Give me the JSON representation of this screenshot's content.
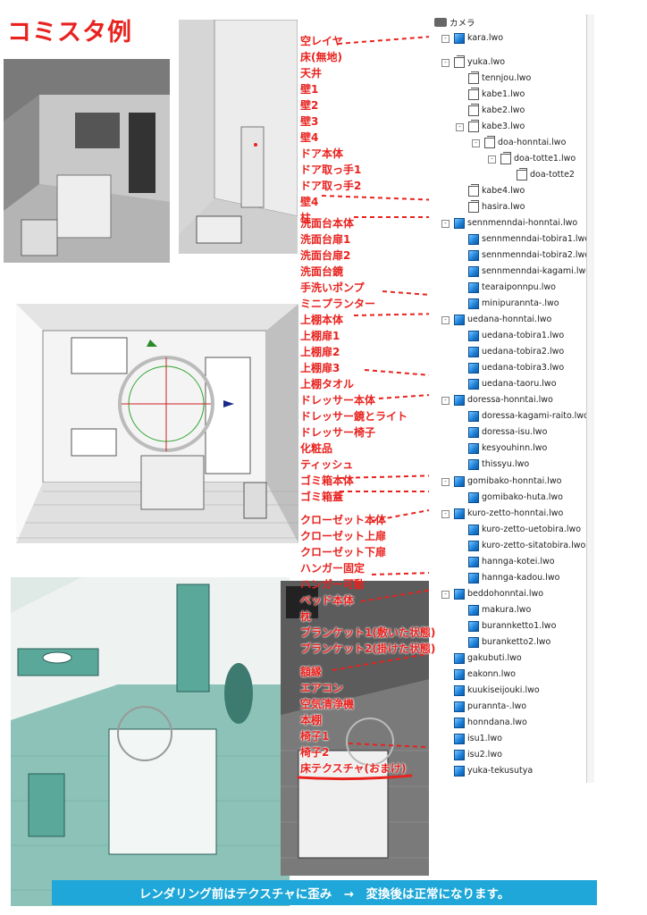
{
  "title": "コミスタ例",
  "tree": {
    "root_label": "カメラ",
    "nodes": [
      {
        "label": "kara.lwo",
        "icon": "cube"
      },
      {
        "label": "yuka.lwo",
        "icon": "wire"
      },
      {
        "label": "tennjou.lwo",
        "icon": "wire"
      },
      {
        "label": "kabe1.lwo",
        "icon": "wire"
      },
      {
        "label": "kabe2.lwo",
        "icon": "wire"
      },
      {
        "label": "kabe3.lwo",
        "icon": "wire"
      },
      {
        "label": "doa-honntai.lwo",
        "icon": "wire"
      },
      {
        "label": "doa-totte1.lwo",
        "icon": "wire"
      },
      {
        "label": "doa-totte2",
        "icon": "wire"
      },
      {
        "label": "kabe4.lwo",
        "icon": "wire"
      },
      {
        "label": "hasira.lwo",
        "icon": "wire"
      },
      {
        "label": "sennmenndai-honntai.lwo",
        "icon": "cube"
      },
      {
        "label": "sennmenndai-tobira1.lwo",
        "icon": "cube"
      },
      {
        "label": "sennmenndai-tobira2.lwo",
        "icon": "cube"
      },
      {
        "label": "sennmenndai-kagami.lwo",
        "icon": "cube"
      },
      {
        "label": "tearaiponnpu.lwo",
        "icon": "cube"
      },
      {
        "label": "minipurannta-.lwo",
        "icon": "cube"
      },
      {
        "label": "uedana-honntai.lwo",
        "icon": "cube"
      },
      {
        "label": "uedana-tobira1.lwo",
        "icon": "cube"
      },
      {
        "label": "uedana-tobira2.lwo",
        "icon": "cube"
      },
      {
        "label": "uedana-tobira3.lwo",
        "icon": "cube"
      },
      {
        "label": "uedana-taoru.lwo",
        "icon": "cube"
      },
      {
        "label": "doressa-honntai.lwo",
        "icon": "cube"
      },
      {
        "label": "doressa-kagami-raito.lwo",
        "icon": "cube"
      },
      {
        "label": "doressa-isu.lwo",
        "icon": "cube"
      },
      {
        "label": "kesyouhinn.lwo",
        "icon": "cube"
      },
      {
        "label": "thissyu.lwo",
        "icon": "cube"
      },
      {
        "label": "gomibako-honntai.lwo",
        "icon": "cube"
      },
      {
        "label": "gomibako-huta.lwo",
        "icon": "cube"
      },
      {
        "label": "kuro-zetto-honntai.lwo",
        "icon": "cube"
      },
      {
        "label": "kuro-zetto-uetobira.lwo",
        "icon": "cube"
      },
      {
        "label": "kuro-zetto-sitatobira.lwo",
        "icon": "cube"
      },
      {
        "label": "hannga-kotei.lwo",
        "icon": "cube"
      },
      {
        "label": "hannga-kadou.lwo",
        "icon": "cube"
      },
      {
        "label": "beddohonntai.lwo",
        "icon": "cube"
      },
      {
        "label": "makura.lwo",
        "icon": "cube"
      },
      {
        "label": "burannketto1.lwo",
        "icon": "cube"
      },
      {
        "label": "buranketto2.lwo",
        "icon": "cube"
      },
      {
        "label": "gakubuti.lwo",
        "icon": "cube"
      },
      {
        "label": "eakonn.lwo",
        "icon": "cube"
      },
      {
        "label": "kuukiseijouki.lwo",
        "icon": "cube"
      },
      {
        "label": "purannta-.lwo",
        "icon": "cube"
      },
      {
        "label": "honndana.lwo",
        "icon": "cube"
      },
      {
        "label": "isu1.lwo",
        "icon": "cube"
      },
      {
        "label": "isu2.lwo",
        "icon": "cube"
      },
      {
        "label": "yuka-tekusutya",
        "icon": "cube"
      }
    ]
  },
  "labels": [
    "空レイヤ",
    "床(無地)",
    "天井",
    "壁1",
    "壁2",
    "壁3",
    "壁4",
    "ドア本体",
    "ドア取っ手1",
    "ドア取っ手2",
    "壁4",
    "柱",
    "洗面台本体",
    "洗面台扉1",
    "洗面台扉2",
    "洗面台鏡",
    "手洗いポンプ",
    "ミニプランター",
    "上棚本体",
    "上棚扉1",
    "上棚扉2",
    "上棚扉3",
    "上棚タオル",
    "ドレッサー本体",
    "ドレッサー鏡とライト",
    "ドレッサー椅子",
    "化粧品",
    "ティッシュ",
    "ゴミ箱本体",
    "ゴミ箱蓋",
    "クローゼット本体",
    "クローゼット上扉",
    "クローゼット下扉",
    "ハンガー固定",
    "ハンガー可動",
    "ベッド本体",
    "枕",
    "ブランケット1(敷いた状態)",
    "ブランケット2(掛けた状態)",
    "額縁",
    "エアコン",
    "空気清浄機",
    "本棚",
    "椅子1",
    "椅子2",
    "床テクスチャ(おまけ)"
  ],
  "caption": "レンダリング前はテクスチャに歪み　→　変換後は正常になります。",
  "colors": {
    "accent_red": "#e8231f",
    "caption_bg": "#1ea7d8",
    "teal": "#5aa89a",
    "node_blue": "#1a7fd6"
  }
}
